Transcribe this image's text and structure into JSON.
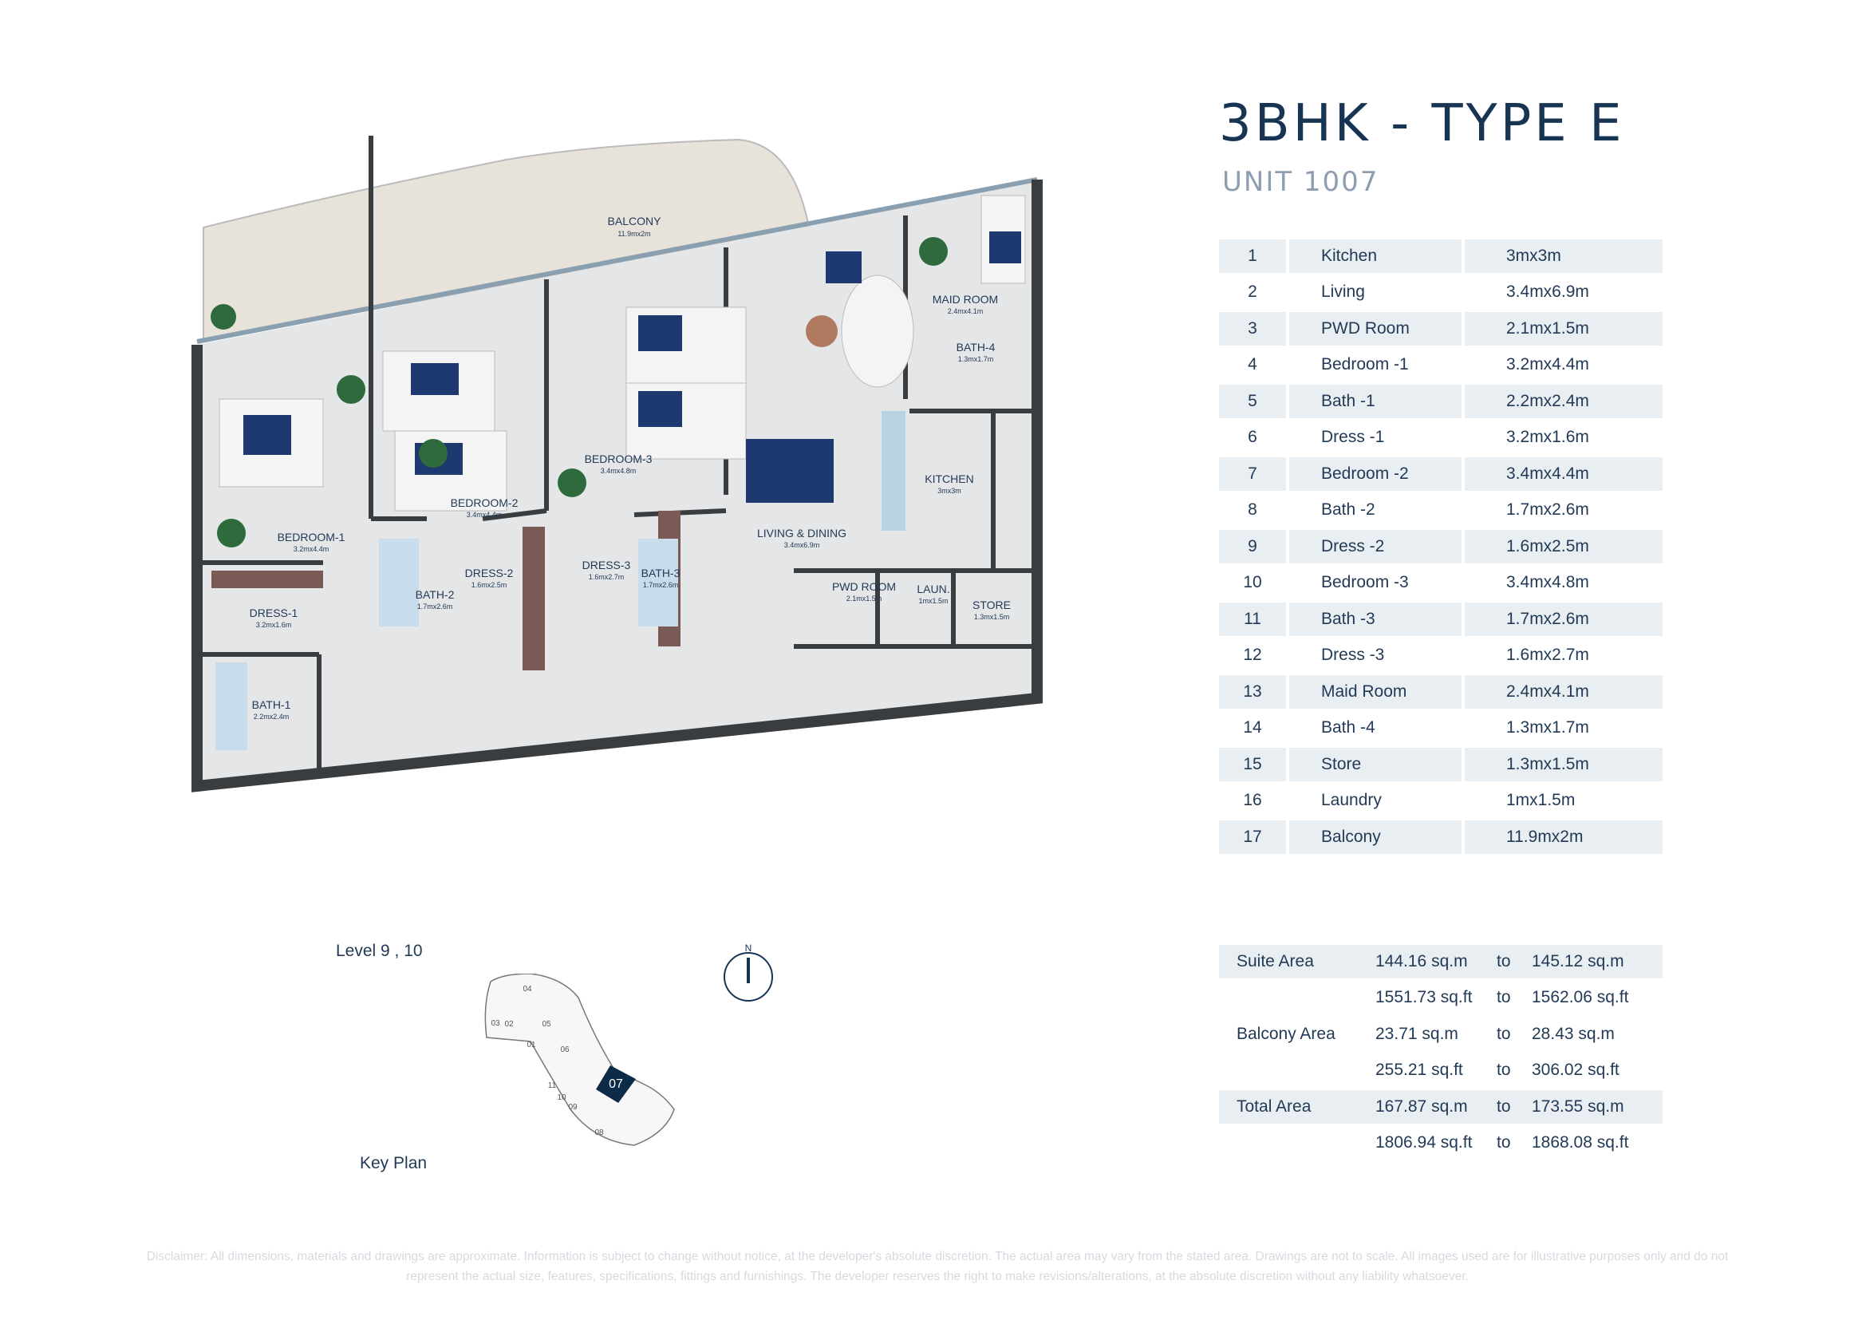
{
  "header": {
    "title": "3BHK - TYPE E",
    "unit": "UNIT 1007"
  },
  "rooms": [
    {
      "no": "1",
      "name": "Kitchen",
      "size": "3mx3m"
    },
    {
      "no": "2",
      "name": "Living",
      "size": "3.4mx6.9m"
    },
    {
      "no": "3",
      "name": "PWD Room",
      "size": "2.1mx1.5m"
    },
    {
      "no": "4",
      "name": "Bedroom -1",
      "size": "3.2mx4.4m"
    },
    {
      "no": "5",
      "name": "Bath -1",
      "size": "2.2mx2.4m"
    },
    {
      "no": "6",
      "name": "Dress -1",
      "size": "3.2mx1.6m"
    },
    {
      "no": "7",
      "name": "Bedroom -2",
      "size": "3.4mx4.4m"
    },
    {
      "no": "8",
      "name": "Bath -2",
      "size": "1.7mx2.6m"
    },
    {
      "no": "9",
      "name": "Dress -2",
      "size": "1.6mx2.5m"
    },
    {
      "no": "10",
      "name": "Bedroom -3",
      "size": "3.4mx4.8m"
    },
    {
      "no": "11",
      "name": "Bath -3",
      "size": "1.7mx2.6m"
    },
    {
      "no": "12",
      "name": "Dress -3",
      "size": "1.6mx2.7m"
    },
    {
      "no": "13",
      "name": "Maid Room",
      "size": "2.4mx4.1m"
    },
    {
      "no": "14",
      "name": "Bath -4",
      "size": "1.3mx1.7m"
    },
    {
      "no": "15",
      "name": "Store",
      "size": "1.3mx1.5m"
    },
    {
      "no": "16",
      "name": "Laundry",
      "size": "1mx1.5m"
    },
    {
      "no": "17",
      "name": "Balcony",
      "size": "11.9mx2m"
    }
  ],
  "areas": [
    {
      "label": "Suite Area",
      "from": "144.16 sq.m",
      "to_word": "to",
      "to": "145.12 sq.m"
    },
    {
      "label": "",
      "from": "1551.73 sq.ft",
      "to_word": "to",
      "to": "1562.06 sq.ft"
    },
    {
      "label": "Balcony Area",
      "from": "23.71 sq.m",
      "to_word": "to",
      "to": "28.43 sq.m"
    },
    {
      "label": "",
      "from": "255.21 sq.ft",
      "to_word": "to",
      "to": "306.02 sq.ft"
    },
    {
      "label": "Total Area",
      "from": "167.87 sq.m",
      "to_word": "to",
      "to": "173.55 sq.m"
    },
    {
      "label": "",
      "from": "1806.94 sq.ft",
      "to_word": "to",
      "to": "1868.08 sq.ft"
    }
  ],
  "floorplan": {
    "labels": {
      "balcony": "BALCONY",
      "balcony_size": "11.9mx2m",
      "maid": "MAID ROOM",
      "maid_size": "2.4mx4.1m",
      "bath4": "BATH-4",
      "bath4_size": "1.3mx1.7m",
      "bed3": "BEDROOM-3",
      "bed3_size": "3.4mx4.8m",
      "kitchen": "KITCHEN",
      "kitchen_size": "3mx3m",
      "bed2": "BEDROOM-2",
      "bed2_size": "3.4mx4.4m",
      "living": "LIVING & DINING",
      "living_size": "3.4mx6.9m",
      "bed1": "BEDROOM-1",
      "bed1_size": "3.2mx4.4m",
      "dress3": "DRESS-3",
      "dress3_size": "1.6mx2.7m",
      "bath3": "BATH-3",
      "bath3_size": "1.7mx2.6m",
      "dress2": "DRESS-2",
      "dress2_size": "1.6mx2.5m",
      "bath2": "BATH-2",
      "bath2_size": "1.7mx2.6m",
      "pwd": "PWD ROOM",
      "pwd_size": "2.1mx1.5m",
      "laun": "LAUN.",
      "laun_size": "1mx1.5m",
      "store": "STORE",
      "store_size": "1.3mx1.5m",
      "dress1": "DRESS-1",
      "dress1_size": "3.2mx1.6m",
      "bath1": "BATH-1",
      "bath1_size": "2.2mx2.4m"
    }
  },
  "keyplan": {
    "level": "Level  9 , 10",
    "label": "Key Plan",
    "compass": "N",
    "units": [
      "04",
      "03",
      "02",
      "05",
      "01",
      "06",
      "07",
      "11",
      "10",
      "09",
      "08"
    ],
    "highlight": "07"
  },
  "disclaimer": "Disclaimer: All dimensions, materials and drawings are approximate. Information is subject to change without notice, at the developer's absolute discretion. The actual area may vary from the stated area. Drawings are not to scale. All images used are for illustrative purposes only and do not represent the actual size, features, specifications, fittings and furnishings. The developer reserves the right to make revisions/alterations, at the absolute discretion without any liability whatsoever.",
  "colors": {
    "navy": "#173552",
    "grey_text": "#8e9db0",
    "row_shade": "#e9eef2",
    "wall": "#3a3d40",
    "floor": "#e4e6e8",
    "balcony": "#e8e3da",
    "unit_highlight": "#0d2a48"
  }
}
